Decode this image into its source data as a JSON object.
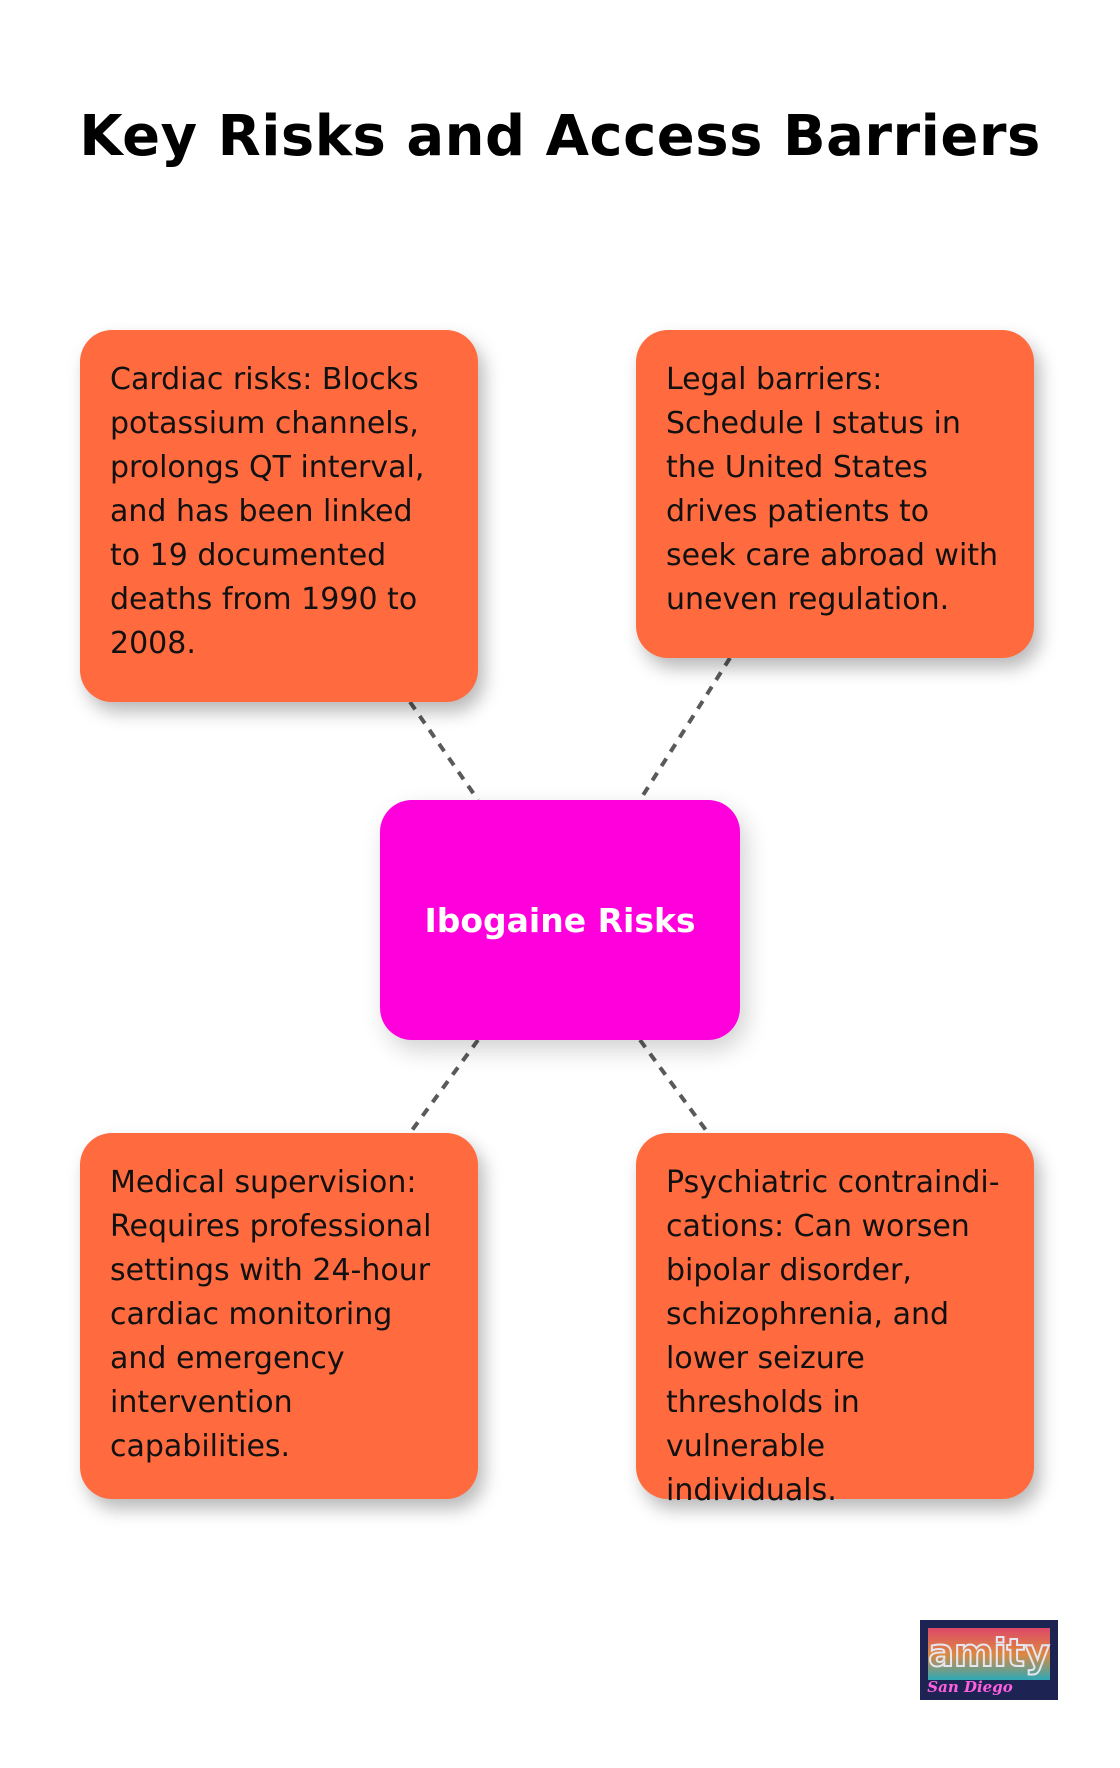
{
  "title": "Key Risks and Access Barriers",
  "center_node": {
    "label": "Ibogaine Risks",
    "color": "#ff00dd"
  },
  "nodes": [
    {
      "id": "cardiac",
      "text": "Cardiac risks: Blocks potassium channels, prolongs QT interval, and has been linked to 19 documented deaths from 1990 to 2008."
    },
    {
      "id": "legal",
      "text": "Legal barriers: Schedule I status in the United States drives patients to seek care abroad with uneven regulation."
    },
    {
      "id": "medical",
      "text": "Medical supervision: Requires professional settings with 24-hour cardiac monitoring and emergency intervention capabilities."
    },
    {
      "id": "psychiatric",
      "text": "Psychiatric contraindi-cations: Can worsen bipolar disorder, schizophrenia, and lower seizure thresholds in vulnerable individuals."
    }
  ],
  "node_color": "#ff6b3f",
  "connector_color": "#5a5a5a",
  "logo": {
    "text_top": "amity",
    "text_bottom": "San Diego"
  }
}
